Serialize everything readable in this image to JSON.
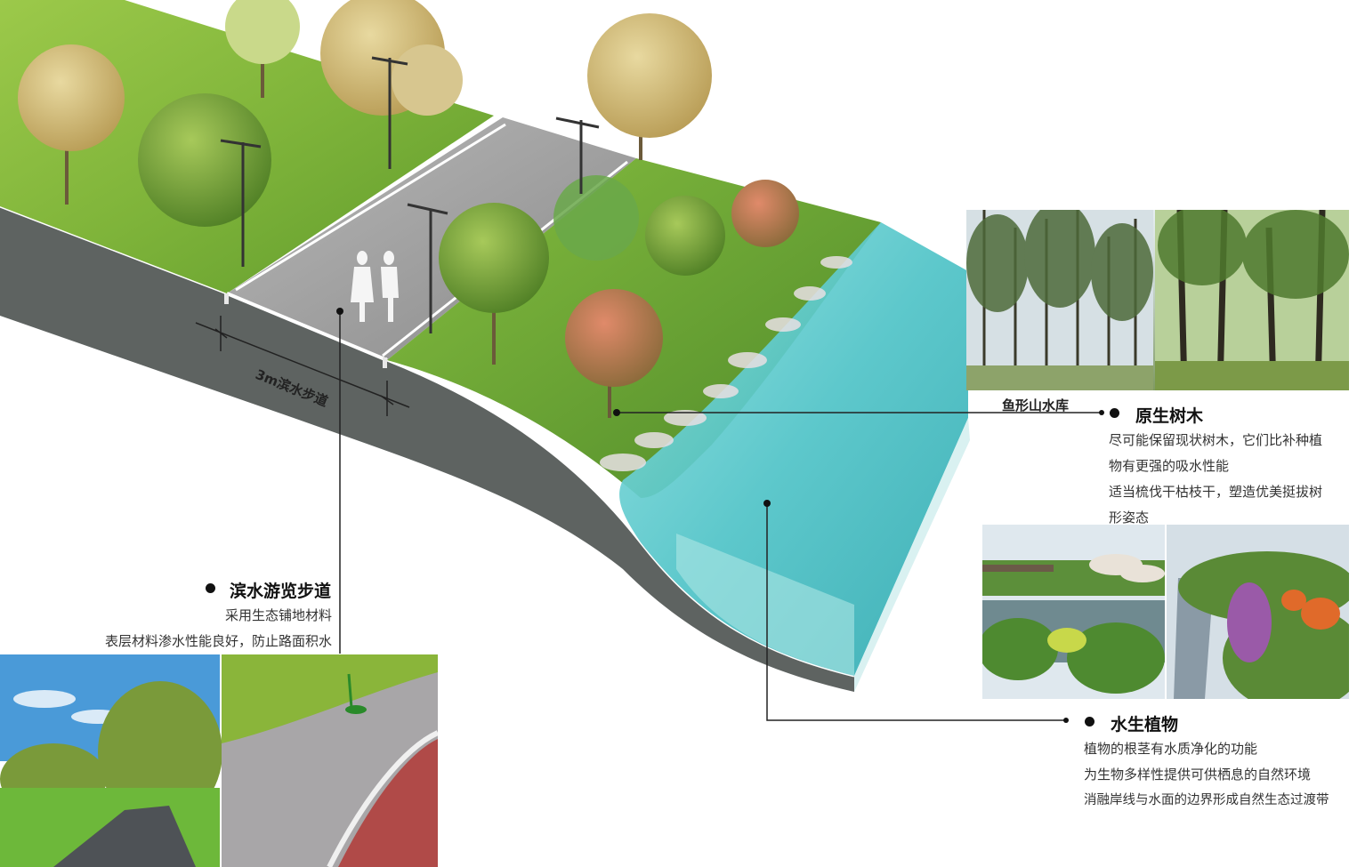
{
  "dimension_label": "3m滨水步道",
  "reservoir_label": "鱼形山水库",
  "callouts": {
    "walkway": {
      "title": "滨水游览步道",
      "lines": [
        "采用生态铺地材料",
        "表层材料渗水性能良好，防止路面积水"
      ]
    },
    "native_trees": {
      "title": "原生树木",
      "lines": [
        "尽可能保留现状树木，它们比补种植",
        "物有更强的吸水性能",
        "适当梳伐干枯枝干，塑造优美挺拔树",
        "形姿态"
      ]
    },
    "aquatic_plants": {
      "title": "水生植物",
      "lines": [
        "植物的根茎有水质净化的功能",
        "为生物多样性提供可供栖息的自然环境",
        "消融岸线与水面的边界形成自然生态过渡带"
      ]
    }
  },
  "colors": {
    "grass": "#7fb43a",
    "path": "#9c9c9c",
    "water": "#5cc8c8",
    "slope": "#5e6361"
  }
}
